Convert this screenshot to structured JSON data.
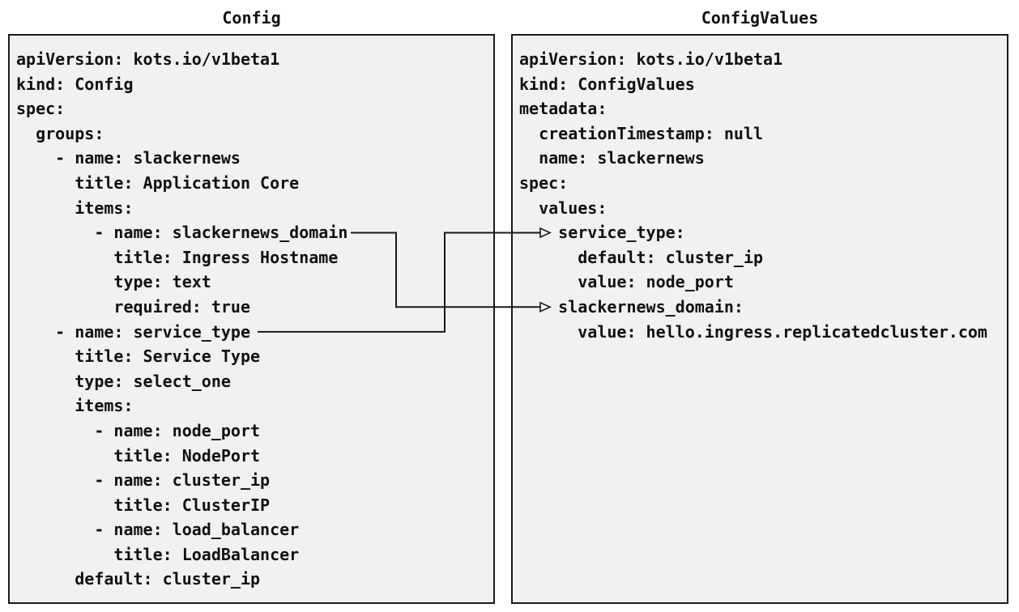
{
  "colors": {
    "page_background": "#ffffff",
    "panel_background": "#f1f1f1",
    "panel_border": "#1a1a1a",
    "text": "#111111",
    "arrow": "#1a1a1a"
  },
  "left_panel": {
    "title": "Config",
    "lines": [
      "apiVersion: kots.io/v1beta1",
      "kind: Config",
      "spec:",
      "  groups:",
      "    - name: slackernews",
      "      title: Application Core",
      "      items:",
      "        - name: slackernews_domain",
      "          title: Ingress Hostname",
      "          type: text",
      "          required: true",
      "    - name: service_type",
      "      title: Service Type",
      "      type: select_one",
      "      items:",
      "        - name: node_port",
      "          title: NodePort",
      "        - name: cluster_ip",
      "          title: ClusterIP",
      "        - name: load_balancer",
      "          title: LoadBalancer",
      "      default: cluster_ip"
    ]
  },
  "right_panel": {
    "title": "ConfigValues",
    "lines": [
      "apiVersion: kots.io/v1beta1",
      "kind: ConfigValues",
      "metadata:",
      "  creationTimestamp: null",
      "  name: slackernews",
      "spec:",
      "  values:",
      "    service_type:",
      "      default: cluster_ip",
      "      value: node_port",
      "    slackernews_domain:",
      "      value: hello.ingress.replicatedcluster.com"
    ]
  },
  "connections": [
    {
      "from": "Config item: slackernews_domain",
      "to": "ConfigValues key: slackernews_domain"
    },
    {
      "from": "Config item: service_type",
      "to": "ConfigValues key: service_type"
    }
  ]
}
